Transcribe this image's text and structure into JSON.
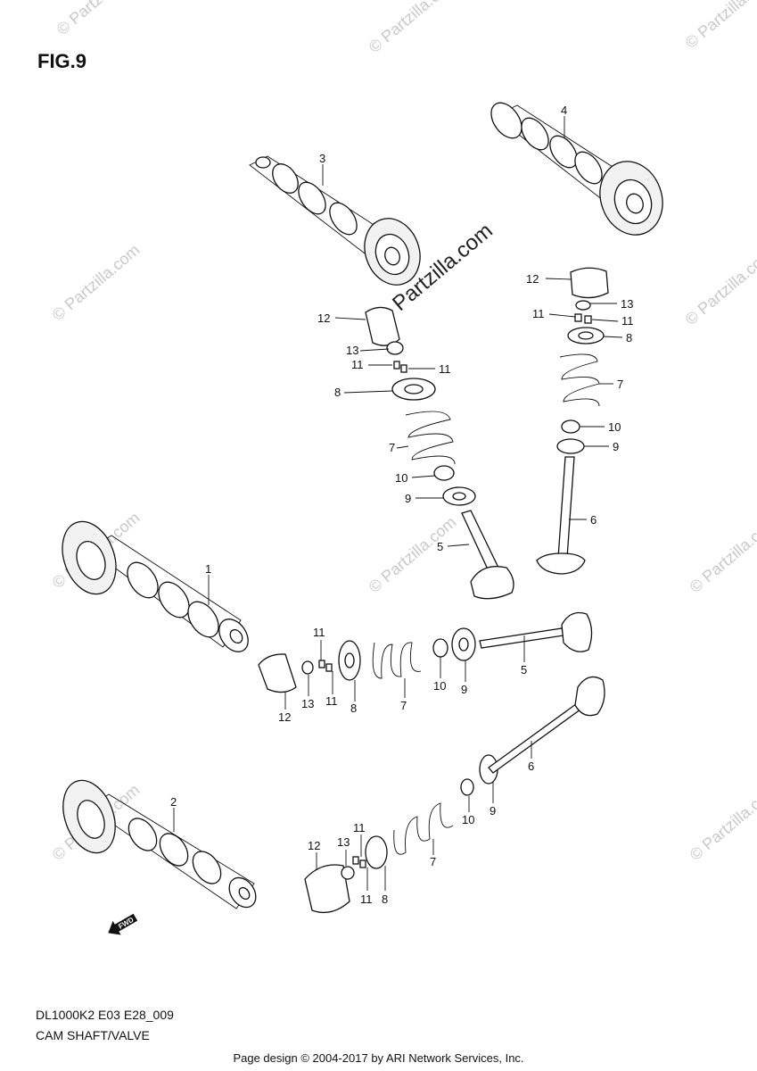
{
  "figure": {
    "title": "FIG.9",
    "model_code": "DL1000K2 E03 E28_009",
    "section_name": "CAM SHAFT/VALVE",
    "page_credit": "Page design © 2004-2017 by ARI Network Services, Inc."
  },
  "watermarks": {
    "text": "© Partzilla.com",
    "main_text": "© Partzilla.com"
  },
  "direction_marker": {
    "label": "FWD"
  },
  "callouts": {
    "c1": "1",
    "c2": "2",
    "c3": "3",
    "c4": "4",
    "c5a": "5",
    "c5b": "5",
    "c6a": "6",
    "c6b": "6",
    "c7a": "7",
    "c7b": "7",
    "c7c": "7",
    "c7d": "7",
    "c8a": "8",
    "c8b": "8",
    "c8c": "8",
    "c8d": "8",
    "c9a": "9",
    "c9b": "9",
    "c9c": "9",
    "c9d": "9",
    "c10a": "10",
    "c10b": "10",
    "c10c": "10",
    "c10d": "10",
    "c11a": "11",
    "c11b": "11",
    "c11c": "11",
    "c11d": "11",
    "c11e": "11",
    "c11f": "11",
    "c11g": "11",
    "c11h": "11",
    "c12a": "12",
    "c12b": "12",
    "c12c": "12",
    "c12d": "12",
    "c13a": "13",
    "c13b": "13",
    "c13c": "13",
    "c13d": "13"
  }
}
